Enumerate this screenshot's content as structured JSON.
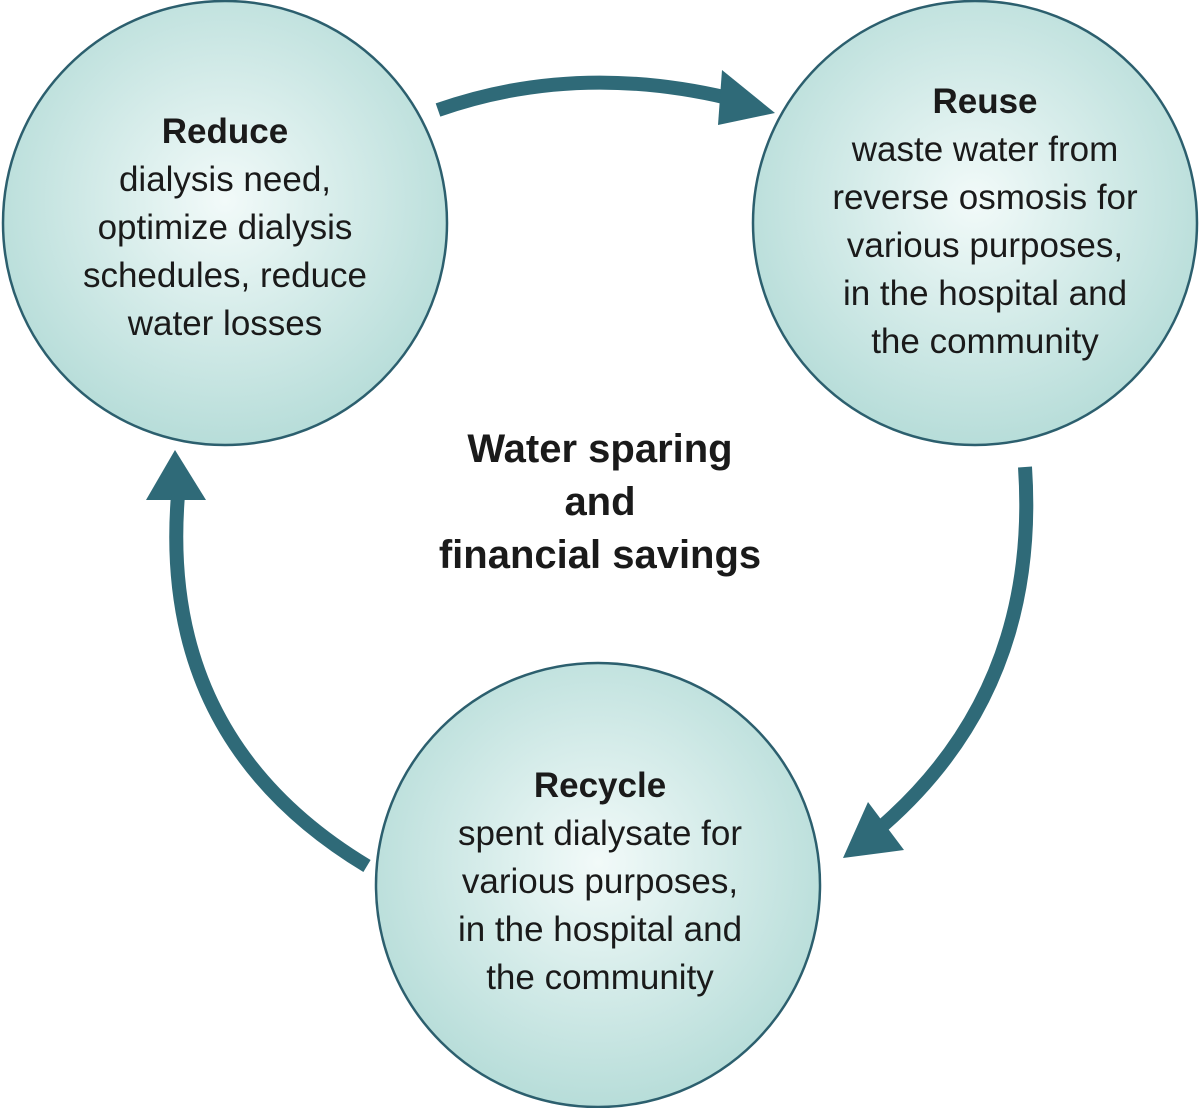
{
  "colors": {
    "circle_fill_center": "#f2faf9",
    "circle_fill_edge": "#b7ddd9",
    "circle_stroke": "#2c5f6e",
    "arrow": "#2f6a78",
    "text": "#1a1a1a"
  },
  "nodes": {
    "reduce": {
      "title": "Reduce",
      "lines": [
        "dialysis need,",
        "optimize dialysis",
        "schedules, reduce",
        "water losses"
      ]
    },
    "reuse": {
      "title": "Reuse",
      "lines": [
        "waste water from",
        "reverse osmosis for",
        "various purposes,",
        "in the hospital and",
        "the community"
      ]
    },
    "recycle": {
      "title": "Recycle",
      "lines": [
        "spent dialysate for",
        "various purposes,",
        "in the hospital and",
        "the community"
      ]
    }
  },
  "center": {
    "lines": [
      "Water sparing",
      "and",
      "financial savings"
    ]
  }
}
